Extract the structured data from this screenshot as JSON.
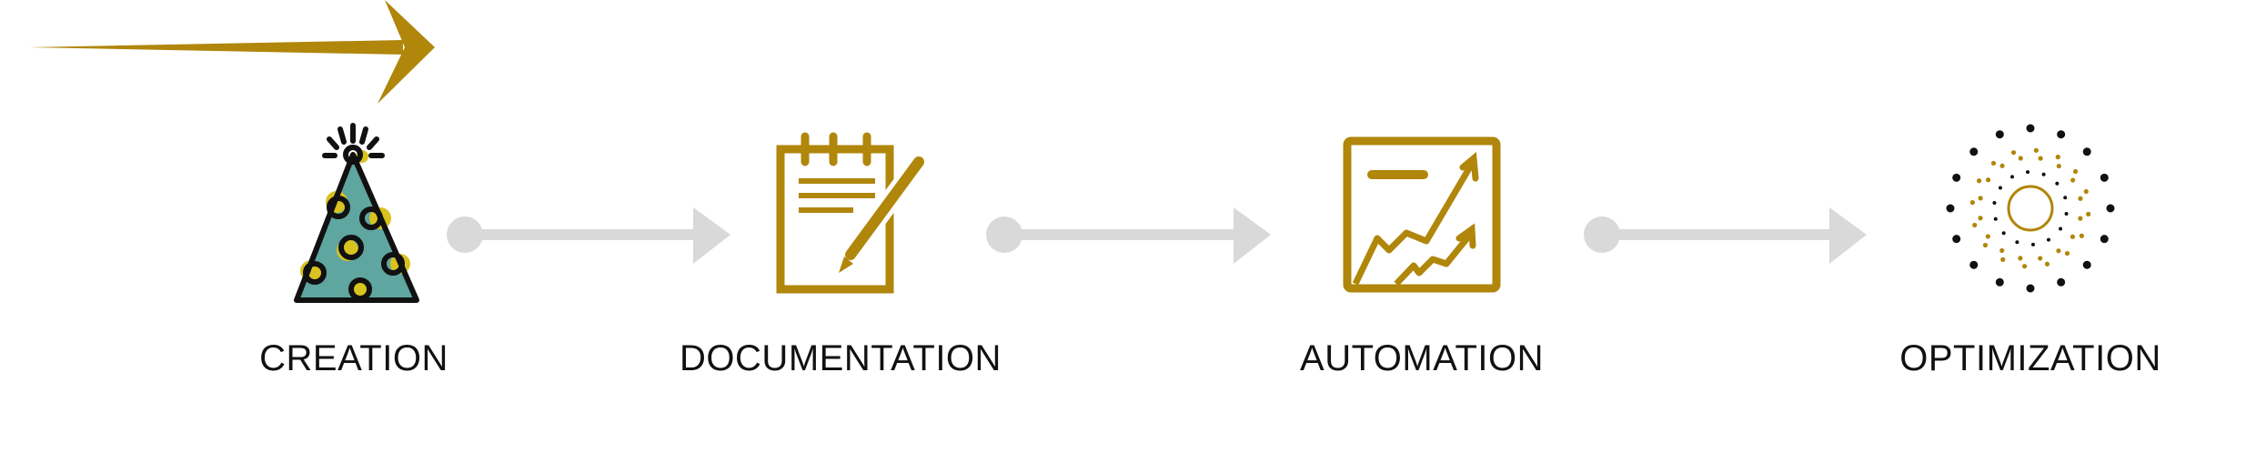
{
  "colors": {
    "gold": "#B0860B",
    "connector": "#D9D9D9",
    "teal": "#5FA5A0",
    "yellow": "#D8C220",
    "ink": "#111111"
  },
  "steps": [
    {
      "label": "CREATION",
      "icon": "party-hat-icon"
    },
    {
      "label": "DOCUMENTATION",
      "icon": "notepad-pencil-icon"
    },
    {
      "label": "AUTOMATION",
      "icon": "growth-chart-icon"
    },
    {
      "label": "OPTIMIZATION",
      "icon": "radiating-dots-icon"
    }
  ]
}
